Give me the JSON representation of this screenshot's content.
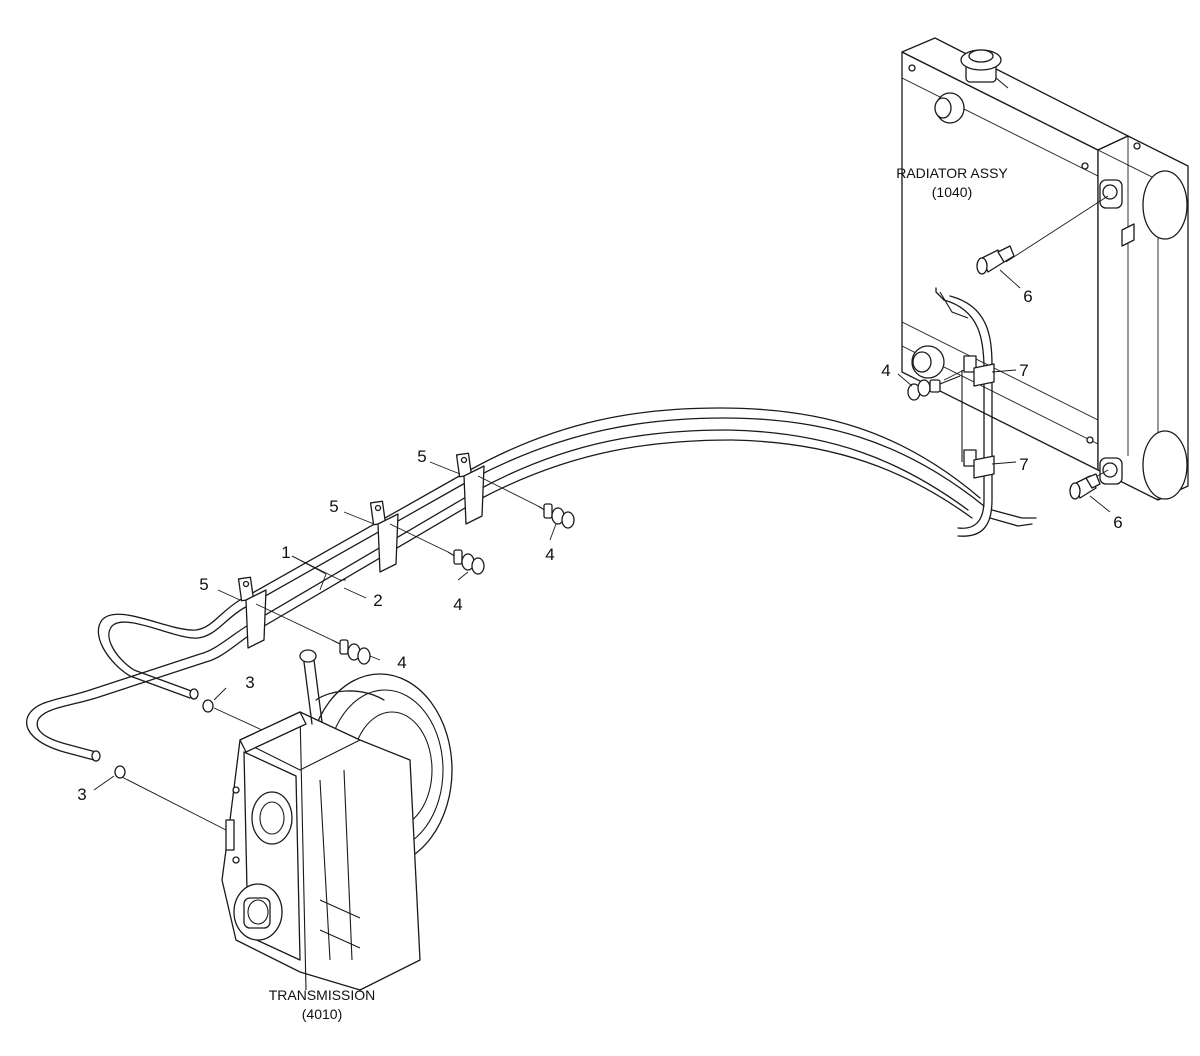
{
  "components": {
    "radiator": {
      "name": "RADIATOR ASSY",
      "code": "(1040)"
    },
    "transmission": {
      "name": "TRANSMISSION",
      "code": "(4010)"
    }
  },
  "callouts": [
    {
      "id": "c1",
      "number": "1"
    },
    {
      "id": "c2",
      "number": "2"
    },
    {
      "id": "c3a",
      "number": "3"
    },
    {
      "id": "c3b",
      "number": "3"
    },
    {
      "id": "c4a",
      "number": "4"
    },
    {
      "id": "c4b",
      "number": "4"
    },
    {
      "id": "c4c",
      "number": "4"
    },
    {
      "id": "c4d",
      "number": "4"
    },
    {
      "id": "c5a",
      "number": "5"
    },
    {
      "id": "c5b",
      "number": "5"
    },
    {
      "id": "c5c",
      "number": "5"
    },
    {
      "id": "c6a",
      "number": "6"
    },
    {
      "id": "c6b",
      "number": "6"
    },
    {
      "id": "c7a",
      "number": "7"
    },
    {
      "id": "c7b",
      "number": "7"
    }
  ]
}
